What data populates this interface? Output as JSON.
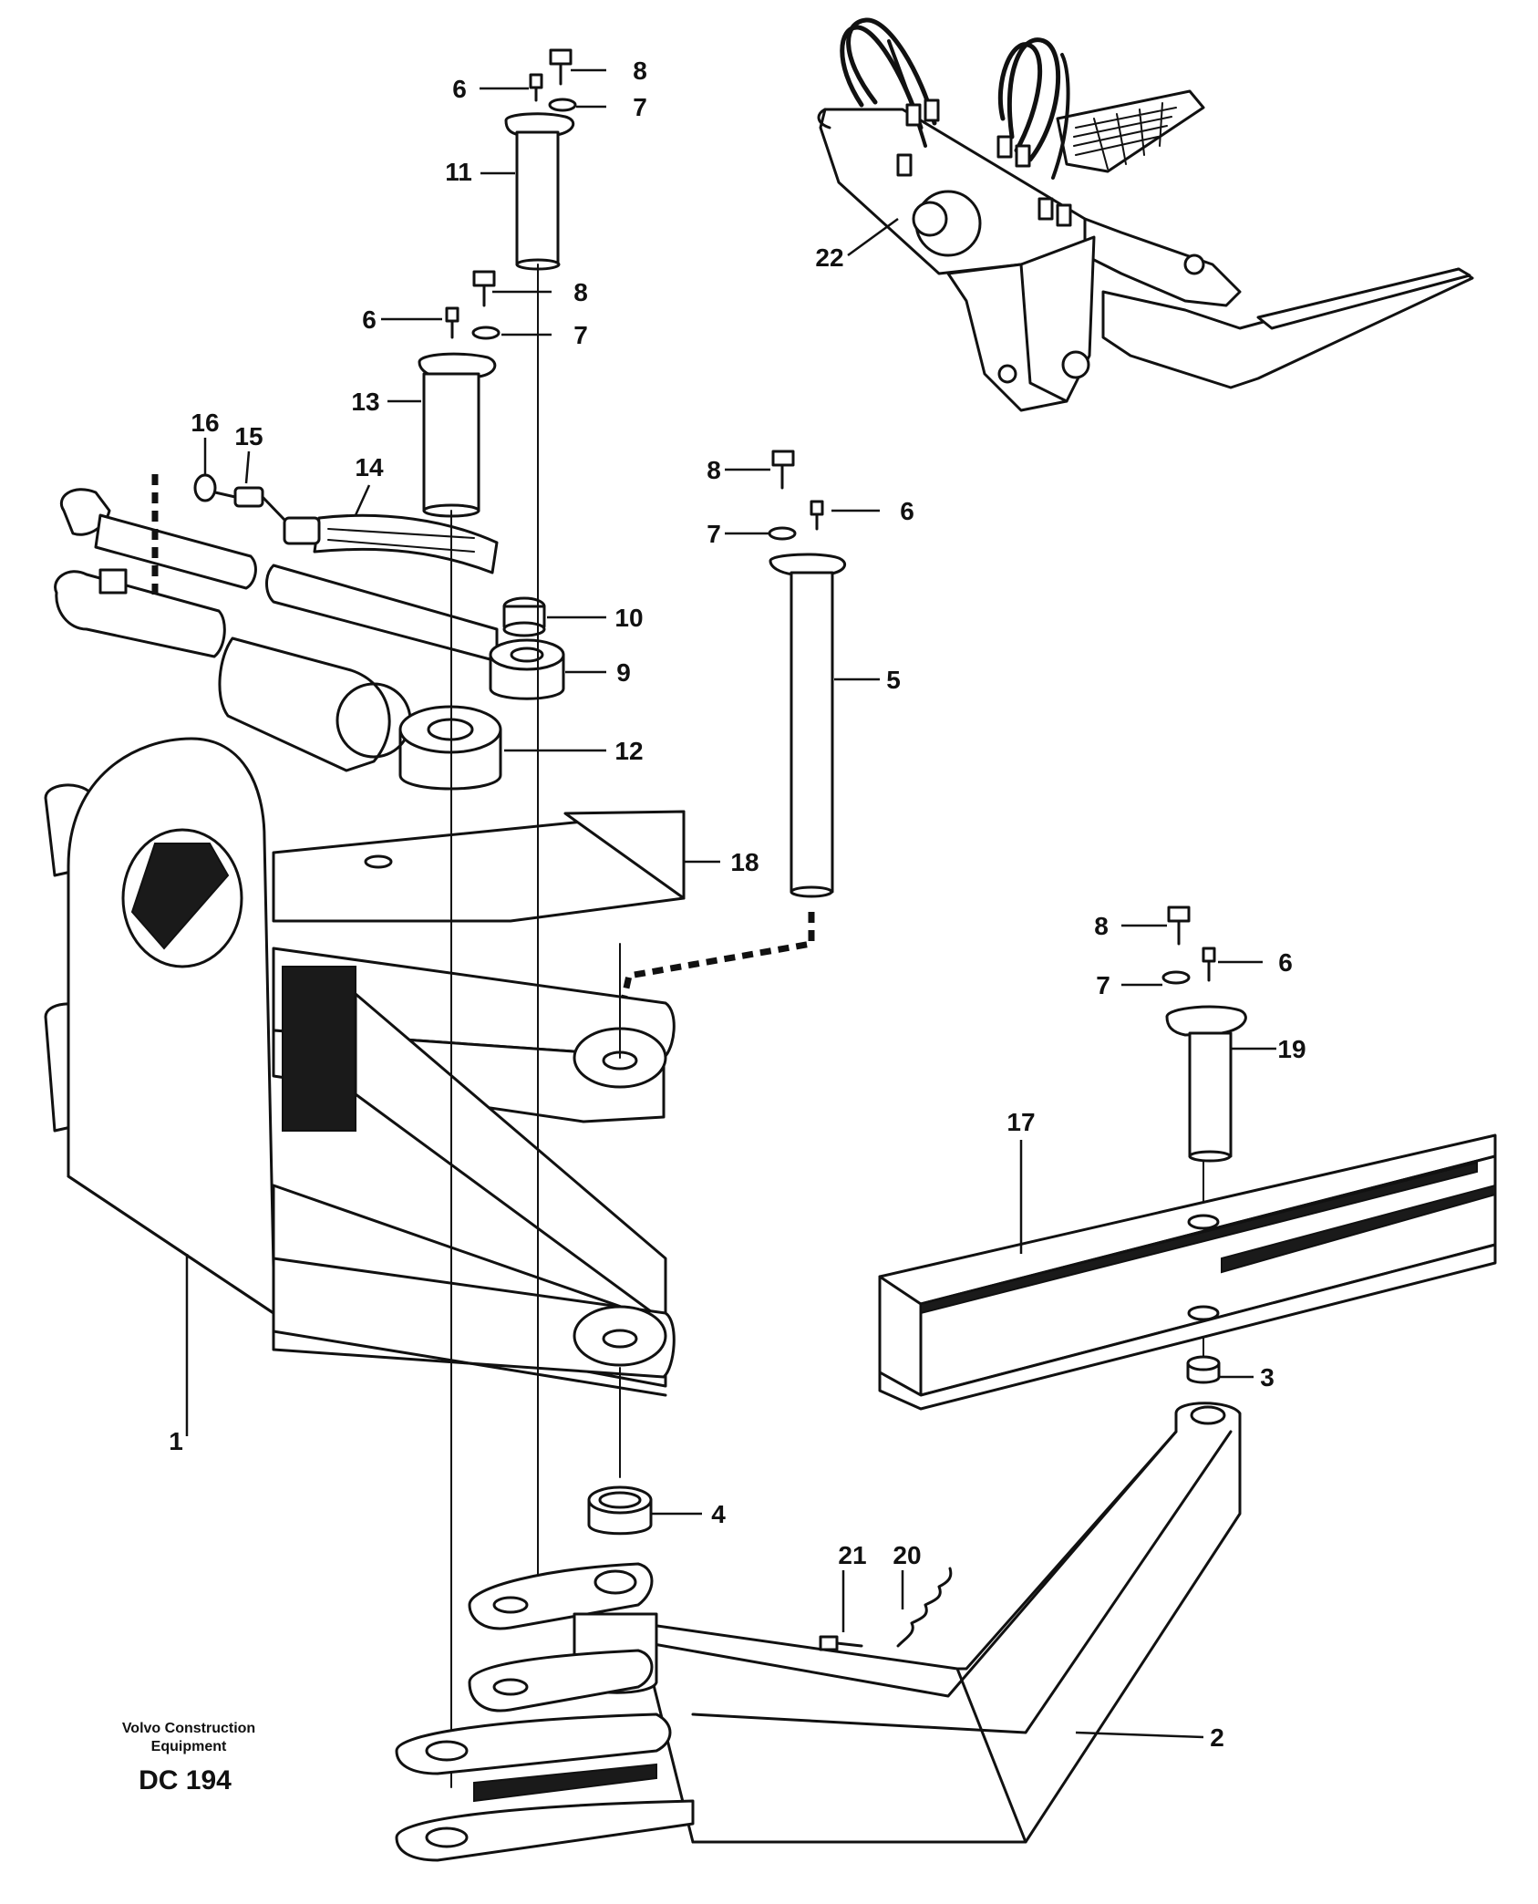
{
  "callouts": [
    "1",
    "2",
    "3",
    "4",
    "5",
    "6",
    "7",
    "8",
    "9",
    "10",
    "11",
    "12",
    "13",
    "14",
    "15",
    "16",
    "17",
    "18",
    "19",
    "20",
    "21",
    "22"
  ],
  "footer": {
    "maker_line1": "Volvo Construction",
    "maker_line2": "Equipment",
    "code": "DC 194"
  }
}
